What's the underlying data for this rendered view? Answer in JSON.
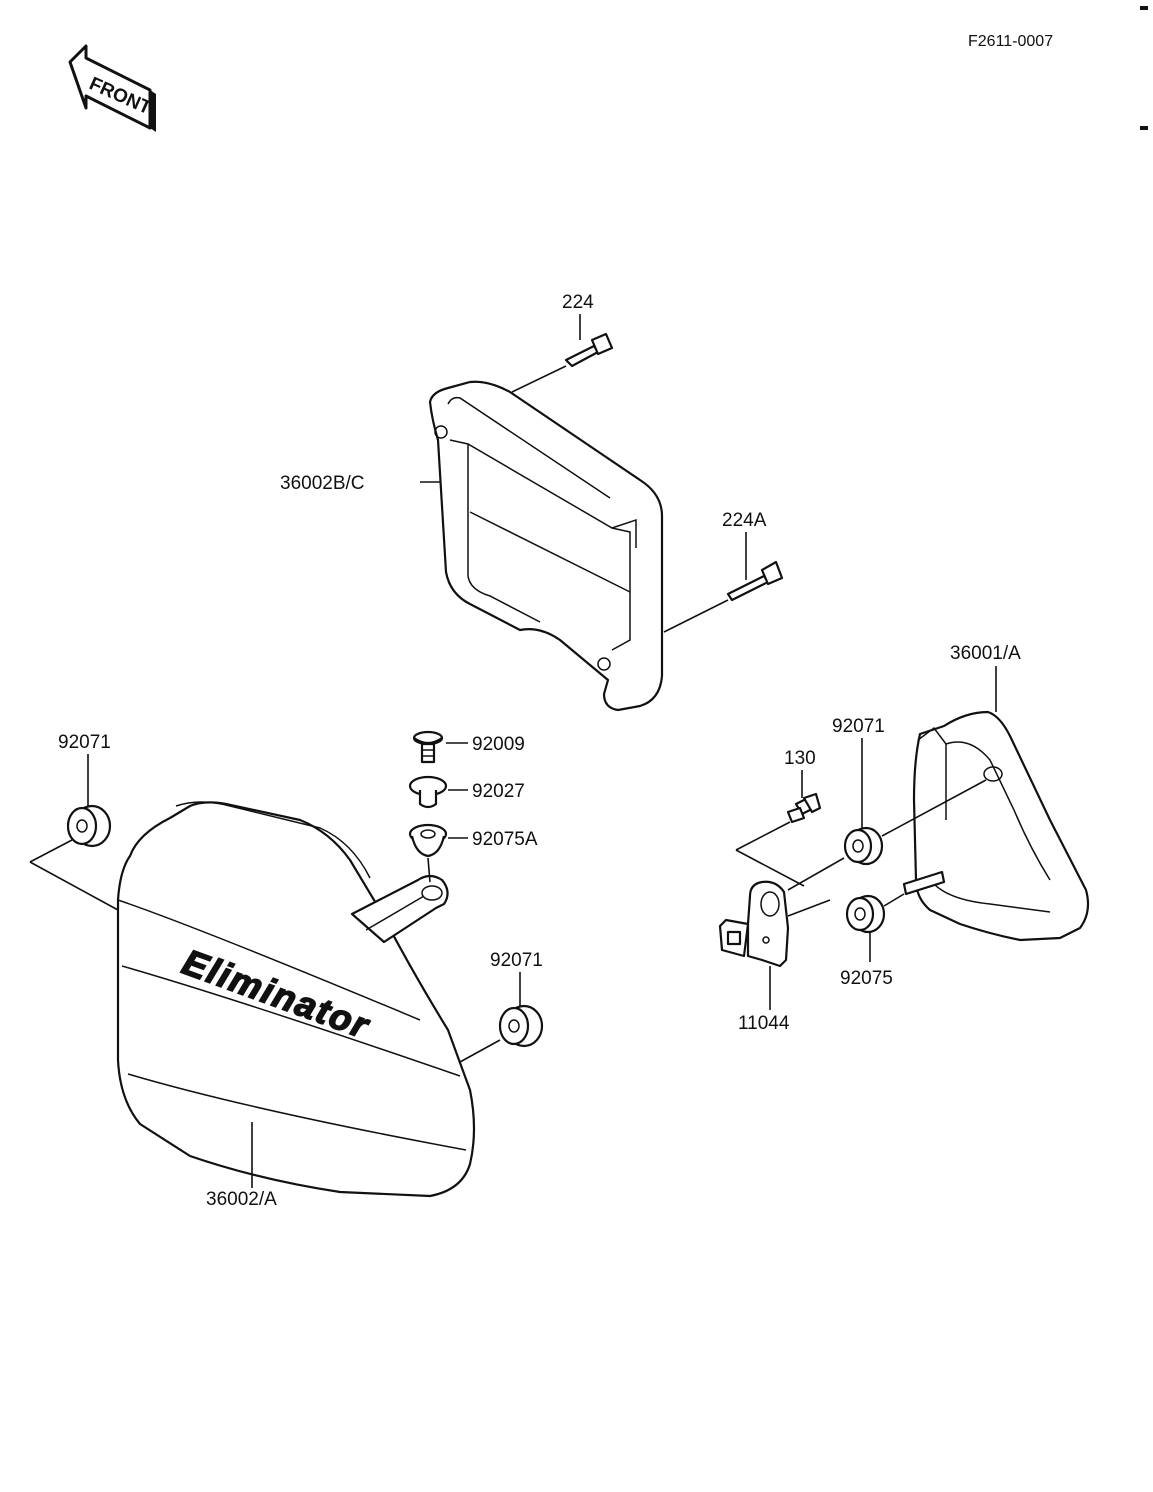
{
  "diagram": {
    "code": "F2611-0007",
    "front_label": "FRONT",
    "logo_text": "Eliminator",
    "parts": {
      "bolt_224": "224",
      "cover_36002bc": "36002B/C",
      "bolt_224a": "224A",
      "cover_36001a": "36001/A",
      "grommet_92071_left": "92071",
      "screw_92009": "92009",
      "collar_92027": "92027",
      "grommet_92075a": "92075A",
      "screw_130": "130",
      "grommet_92071_right": "92071",
      "grommet_92071_lower": "92071",
      "grommet_92075": "92075",
      "bracket_11044": "11044",
      "cover_36002a": "36002/A"
    }
  }
}
